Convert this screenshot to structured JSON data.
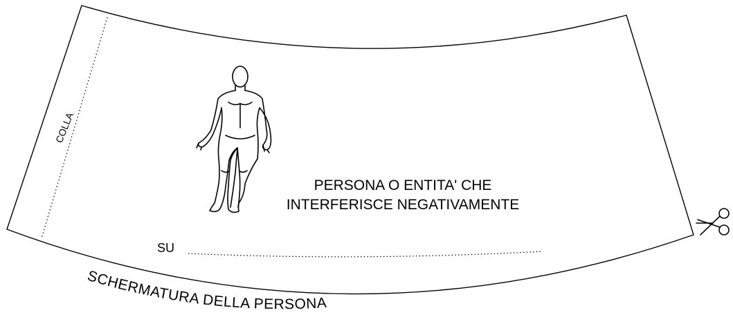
{
  "template": {
    "glue_label": "COLLA",
    "main_text_line1": "PERSONA O ENTITA' CHE",
    "main_text_line2": "INTERFERISCE NEGATIVAMENTE",
    "su_label": "SU",
    "footer_title": "SCHERMATURA DELLA PERSONA",
    "cut_icon": "scissors-icon",
    "figure_icon": "human-figure-icon"
  },
  "colors": {
    "ink": "#000000",
    "paper": "#ffffff"
  }
}
